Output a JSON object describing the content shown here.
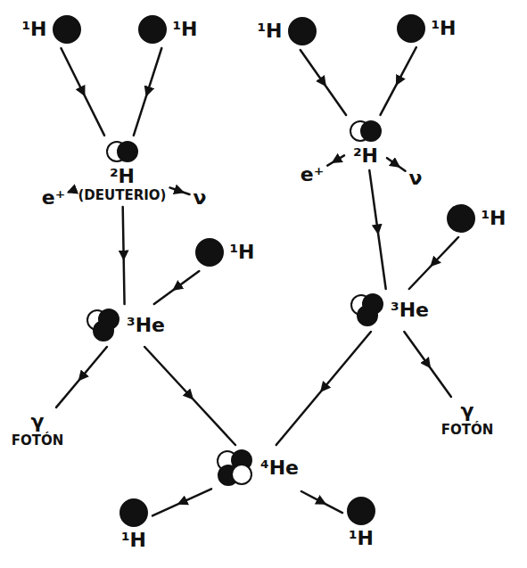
{
  "diagram": {
    "nodes": [
      {
        "text": [
          "¹H"
        ]
      },
      {
        "text": [
          "¹H"
        ]
      },
      {
        "text": [
          "¹H"
        ]
      },
      {
        "text": [
          "¹H"
        ]
      },
      {
        "text": [
          "²H",
          "(DEUTERIO)"
        ]
      },
      {
        "text": [
          "e⁺"
        ]
      },
      {
        "text": [
          "ν"
        ]
      },
      {
        "text": [
          "²H"
        ]
      },
      {
        "text": [
          "e⁺"
        ]
      },
      {
        "text": [
          "ν"
        ]
      },
      {
        "text": [
          "¹H"
        ]
      },
      {
        "text": [
          "¹H"
        ]
      },
      {
        "text": [
          "³He"
        ]
      },
      {
        "text": [
          "³He"
        ]
      },
      {
        "text": [
          "γ",
          "FOTÓN"
        ]
      },
      {
        "text": [
          "γ",
          "FOTÓN"
        ]
      },
      {
        "text": [
          "⁴He"
        ]
      },
      {
        "text": [
          "¹H"
        ]
      },
      {
        "text": [
          "¹H"
        ]
      }
    ],
    "edges": [
      {
        "from": 0,
        "to": 4,
        "arrow": "to"
      },
      {
        "from": 1,
        "to": 4,
        "arrow": "to"
      },
      {
        "from": 4,
        "to": 5,
        "arrow": "to"
      },
      {
        "from": 4,
        "to": 6,
        "arrow": "to"
      },
      {
        "from": 2,
        "to": 7,
        "arrow": "to"
      },
      {
        "from": 3,
        "to": 7,
        "arrow": "to"
      },
      {
        "from": 7,
        "to": 8,
        "arrow": "to"
      },
      {
        "from": 7,
        "to": 9,
        "arrow": "to"
      },
      {
        "from": 4,
        "to": 12,
        "arrow": "to"
      },
      {
        "from": 10,
        "to": 12,
        "arrow": "to"
      },
      {
        "from": 7,
        "to": 13,
        "arrow": "to"
      },
      {
        "from": 11,
        "to": 13,
        "arrow": "to"
      },
      {
        "from": 12,
        "to": 14,
        "arrow": "to"
      },
      {
        "from": 13,
        "to": 15,
        "arrow": "to"
      },
      {
        "from": 12,
        "to": 16,
        "arrow": "to"
      },
      {
        "from": 13,
        "to": 16,
        "arrow": "to"
      },
      {
        "from": 16,
        "to": 17,
        "arrow": "to"
      },
      {
        "from": 16,
        "to": 18,
        "arrow": "to"
      }
    ]
  }
}
